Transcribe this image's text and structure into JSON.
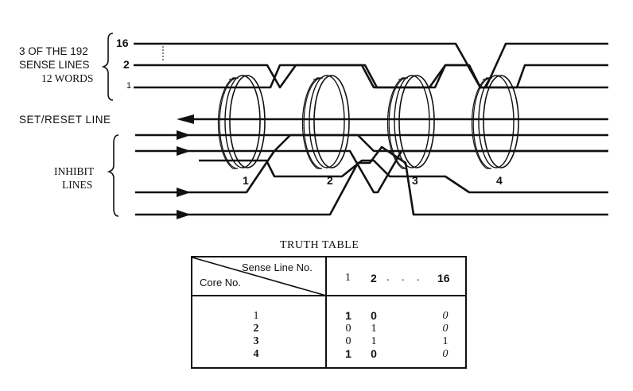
{
  "labels": {
    "sense_line1": "3 OF THE 192",
    "sense_line2": "SENSE LINES",
    "sense_line3": "12 WORDS",
    "num_16": "16",
    "num_2": "2",
    "num_1": "1",
    "set_reset": "SET/RESET LINE",
    "inhibit1": "INHIBIT",
    "inhibit2": "LINES"
  },
  "cores": [
    "1",
    "2",
    "3",
    "4"
  ],
  "truth_table": {
    "title": "TRUTH TABLE",
    "sense_header": "Sense Line No.",
    "core_header": "Core No.",
    "columns": [
      "1",
      "2",
      ". . .",
      "16"
    ],
    "rows": [
      {
        "core": "1",
        "values": [
          "1",
          "0",
          "0"
        ]
      },
      {
        "core": "2",
        "values": [
          "0",
          "1",
          "0"
        ]
      },
      {
        "core": "3",
        "values": [
          "0",
          "1",
          "1"
        ]
      },
      {
        "core": "4",
        "values": [
          "1",
          "0",
          "0"
        ]
      }
    ]
  },
  "colors": {
    "ink": "#111111",
    "background": "#ffffff"
  }
}
